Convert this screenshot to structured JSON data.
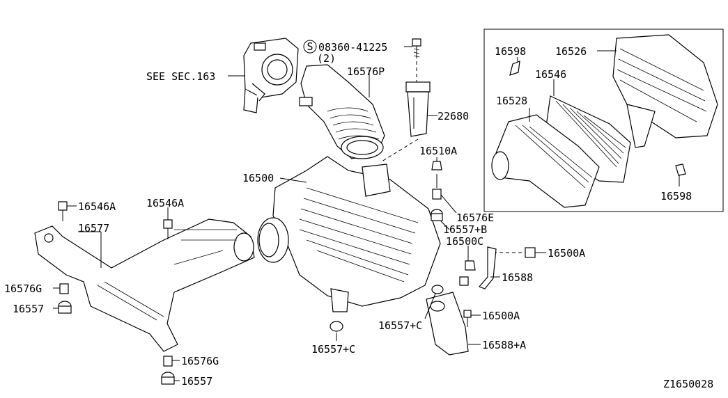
{
  "diagram": {
    "figure_id": "Z1650028",
    "see_section": "SEE SEC.163",
    "bolt_spec": "08360-41225",
    "bolt_qty": "(2)",
    "bolt_symbol": "S",
    "labels": {
      "p16576P": "16576P",
      "p22680": "22680",
      "p16510A": "16510A",
      "p16500": "16500",
      "p16576E": "16576E",
      "p16557B": "16557+B",
      "p16500C": "16500C",
      "p16500A_1": "16500A",
      "p16588": "16588",
      "p16500A_2": "16500A",
      "p16588A": "16588+A",
      "p16557C_1": "16557+C",
      "p16557C_2": "16557+C",
      "p16546A_1": "16546A",
      "p16546A_2": "16546A",
      "p16577": "16577",
      "p16576G_1": "16576G",
      "p16557_1": "16557",
      "p16576G_2": "16576G",
      "p16557_2": "16557",
      "p16598_1": "16598",
      "p16526": "16526",
      "p16546": "16546",
      "p16528": "16528",
      "p16598_2": "16598"
    }
  }
}
